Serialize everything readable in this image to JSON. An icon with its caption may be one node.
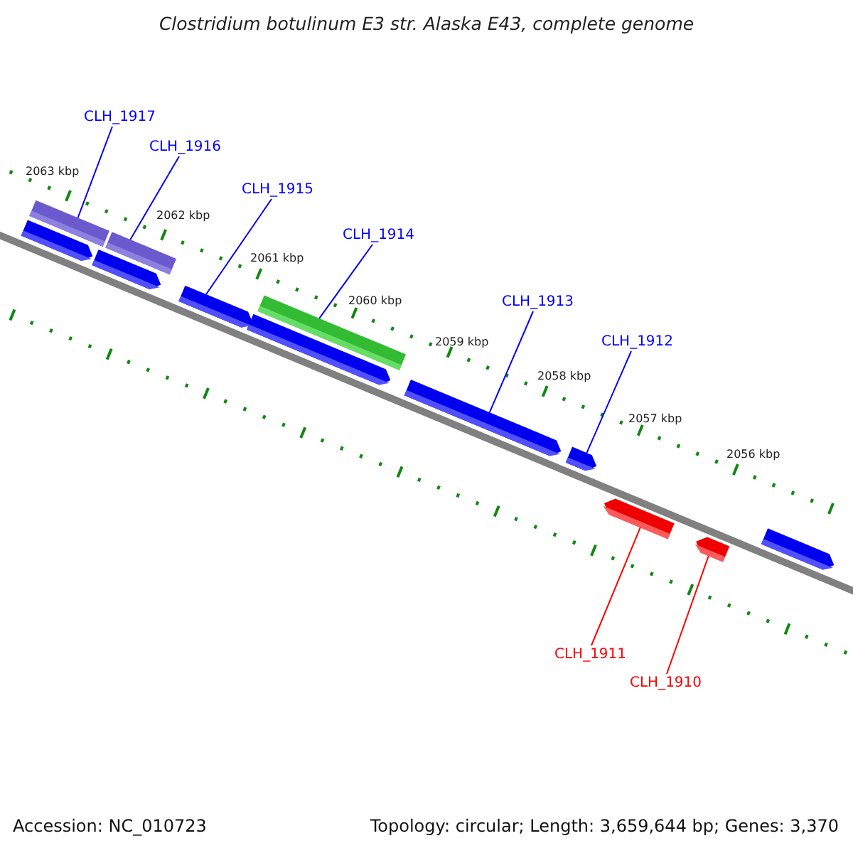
{
  "diagram": {
    "title": "Clostridium botulinum E3 str. Alaska E43, complete genome",
    "nodes": [
      {
        "text": [
          "CLH_1917"
        ]
      },
      {
        "text": [
          "CLH_1916"
        ]
      },
      {
        "text": [
          "CLH_1915"
        ]
      },
      {
        "text": [
          "CLH_1914"
        ]
      },
      {
        "text": [
          "CLH_1913"
        ]
      },
      {
        "text": [
          "CLH_1912"
        ]
      },
      {
        "text": [
          "CLH_1911"
        ]
      },
      {
        "text": [
          "CLH_1910"
        ]
      },
      {
        "text": [],
        "shape": "bar"
      },
      {
        "text": [],
        "shape": "arrow"
      },
      {
        "text": [],
        "shape": "bar"
      },
      {
        "text": [],
        "shape": "arrow"
      },
      {
        "text": [],
        "shape": "arrow"
      },
      {
        "text": [],
        "shape": "bar"
      },
      {
        "text": [],
        "shape": "arrow"
      },
      {
        "text": [],
        "shape": "arrow"
      },
      {
        "text": [],
        "shape": "arrow"
      },
      {
        "text": [],
        "shape": "arrow"
      },
      {
        "text": [],
        "shape": "arrow"
      },
      {
        "text": [],
        "shape": "arrow"
      }
    ],
    "edges": [
      {
        "from": 0,
        "to": 8,
        "arrow": "none"
      },
      {
        "from": 1,
        "to": 10,
        "arrow": "none"
      },
      {
        "from": 2,
        "to": 12,
        "arrow": "none"
      },
      {
        "from": 3,
        "to": 13,
        "arrow": "none"
      },
      {
        "from": 4,
        "to": 15,
        "arrow": "none"
      },
      {
        "from": 5,
        "to": 16,
        "arrow": "none"
      },
      {
        "from": 6,
        "to": 17,
        "arrow": "none",
        "color": "#ff0000"
      },
      {
        "from": 7,
        "to": 18,
        "arrow": "none",
        "color": "#ff0000"
      }
    ],
    "labels": [
      "2063 kbp",
      "2062 kbp",
      "2061 kbp",
      "2060 kbp",
      "2059 kbp",
      "2058 kbp",
      "2057 kbp",
      "2056 kbp",
      "Accession: NC_010723",
      "Topology: circular; Length: 3,659,644 bp; Genes: 3,370"
    ]
  }
}
